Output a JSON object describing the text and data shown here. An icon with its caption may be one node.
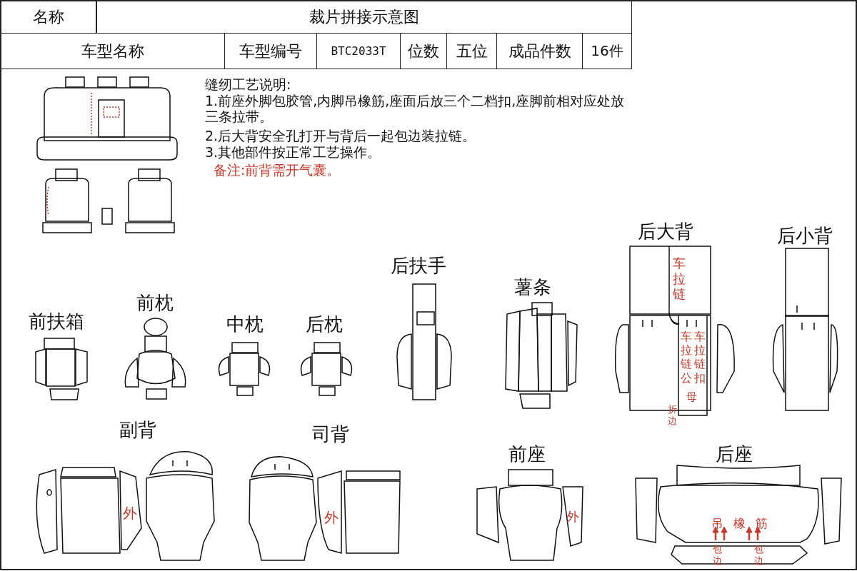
{
  "diagram": {
    "labels": [
      "名称",
      "裁片拼接示意图",
      "车型名称",
      "车型编号",
      "BTC2033T",
      "位数",
      "五位",
      "成品件数",
      "16件",
      "缝纫工艺说明:",
      "1.前座外脚包胶管,内脚吊橡筋,座面后放三个二档扣,座脚前相对应处放三条拉带。",
      "2.后大背安全孔打开与背后一起包边装拉链。",
      "3.其他部件按正常工艺操作。",
      "备注:前背需开气囊。",
      "后大背",
      "后小背",
      "后扶手",
      "薯条",
      "前扶箱",
      "前枕",
      "中枕",
      "后枕",
      "车拉链",
      "车拉链公",
      "母",
      "车拉链扣",
      "折边",
      "副背",
      "外",
      "司背",
      "外",
      "前座",
      "外",
      "后座",
      "吊橡筋",
      "包边",
      "包边"
    ]
  }
}
